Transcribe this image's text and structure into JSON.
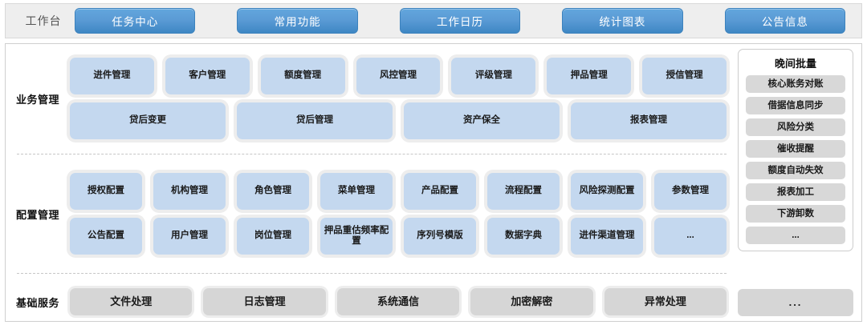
{
  "topbar": {
    "title": "工作台",
    "buttons": [
      {
        "label": "任务中心"
      },
      {
        "label": "常用功能"
      },
      {
        "label": "工作日历"
      },
      {
        "label": "统计图表"
      },
      {
        "label": "公告信息"
      }
    ]
  },
  "bands": [
    {
      "label": "业务管理",
      "rows": [
        [
          "进件管理",
          "客户管理",
          "额度管理",
          "风控管理",
          "评级管理",
          "押品管理",
          "授信管理"
        ],
        [
          "贷后变更",
          "贷后管理",
          "资产保全",
          "报表管理"
        ]
      ]
    },
    {
      "label": "配置管理",
      "rows": [
        [
          "授权配置",
          "机构管理",
          "角色管理",
          "菜单管理",
          "产品配置",
          "流程配置",
          "风险探测配置",
          "参数管理"
        ],
        [
          "公告配置",
          "用户管理",
          "岗位管理",
          "押品重估频率配置",
          "序列号模版",
          "数据字典",
          "进件渠道管理",
          "..."
        ]
      ]
    },
    {
      "label": "基础服务",
      "rows": [
        [
          "文件处理",
          "日志管理",
          "系统通信",
          "加密解密",
          "异常处理"
        ]
      ]
    }
  ],
  "batch_panel": {
    "title": "晚间批量",
    "items": [
      "核心账务对账",
      "借据信息同步",
      "风险分类",
      "催收提醒",
      "额度自动失效",
      "报表加工",
      "下游卸数",
      "..."
    ]
  },
  "right_more": {
    "label": "..."
  },
  "colors": {
    "accent_blue": "#5b9bd5",
    "tile_blue": "#c4d8ef",
    "tile_grey": "#d6d6d6",
    "topbar_bg": "#eeeeee",
    "frame_border": "#cfcfcf"
  }
}
